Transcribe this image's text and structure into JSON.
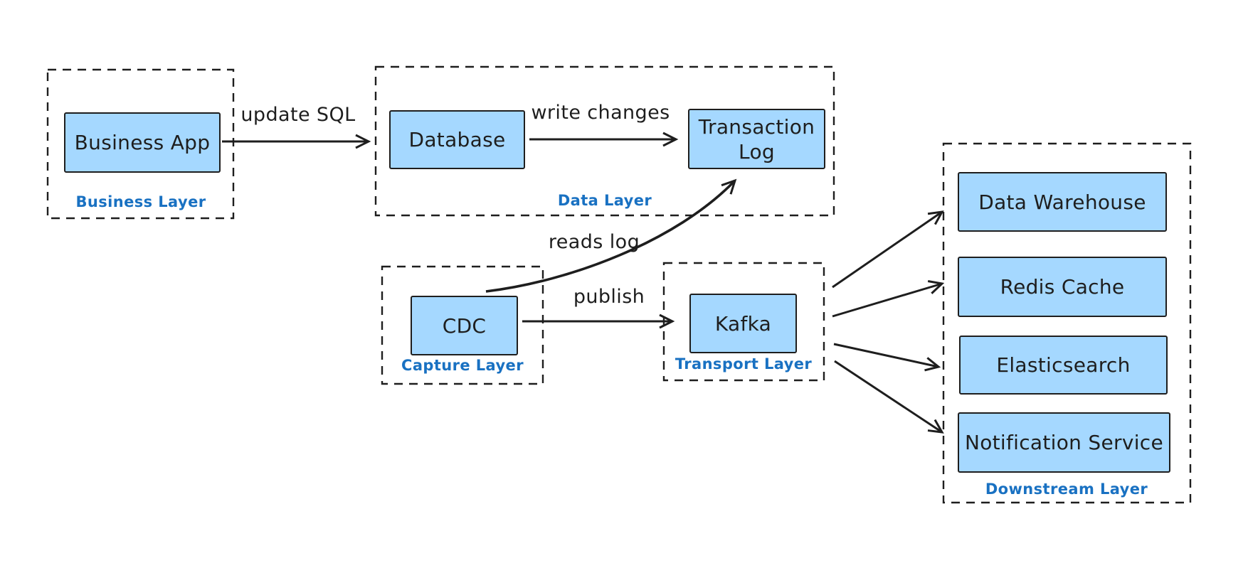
{
  "diagram": {
    "colors": {
      "node_fill": "#a5d8ff",
      "ink": "#1e1e1e",
      "layer_label": "#1971c2",
      "canvas_background": "#ffffff"
    },
    "layers": [
      {
        "id": "business",
        "label": "Business Layer"
      },
      {
        "id": "data",
        "label": "Data Layer"
      },
      {
        "id": "capture",
        "label": "Capture Layer"
      },
      {
        "id": "transport",
        "label": "Transport Layer"
      },
      {
        "id": "downstream",
        "label": "Downstream Layer"
      }
    ],
    "nodes": [
      {
        "id": "business-app",
        "layer": "business",
        "label": "Business App"
      },
      {
        "id": "database",
        "layer": "data",
        "label": "Database"
      },
      {
        "id": "transaction-log",
        "layer": "data",
        "label": "Transaction Log"
      },
      {
        "id": "cdc",
        "layer": "capture",
        "label": "CDC"
      },
      {
        "id": "kafka",
        "layer": "transport",
        "label": "Kafka"
      },
      {
        "id": "data-warehouse",
        "layer": "downstream",
        "label": "Data Warehouse"
      },
      {
        "id": "redis-cache",
        "layer": "downstream",
        "label": "Redis Cache"
      },
      {
        "id": "elasticsearch",
        "layer": "downstream",
        "label": "Elasticsearch"
      },
      {
        "id": "notification-service",
        "layer": "downstream",
        "label": "Notification Service"
      }
    ],
    "edges": [
      {
        "from": "business-app",
        "to": "database",
        "label": "update SQL"
      },
      {
        "from": "database",
        "to": "transaction-log",
        "label": "write changes"
      },
      {
        "from": "cdc",
        "to": "transaction-log",
        "label": "reads log"
      },
      {
        "from": "cdc",
        "to": "kafka",
        "label": "publish"
      },
      {
        "from": "kafka",
        "to": "data-warehouse"
      },
      {
        "from": "kafka",
        "to": "redis-cache"
      },
      {
        "from": "kafka",
        "to": "elasticsearch"
      },
      {
        "from": "kafka",
        "to": "notification-service"
      }
    ]
  }
}
